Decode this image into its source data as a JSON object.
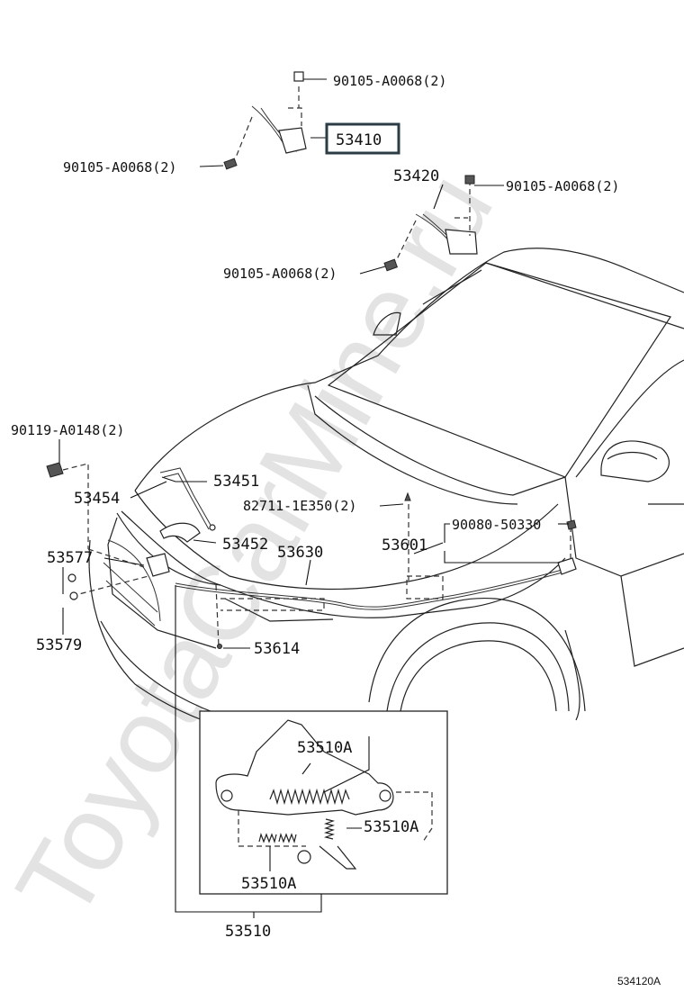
{
  "watermark": "ToyotaCarMine.ru",
  "figure_code": "534120A",
  "labels": {
    "bolt_top": "90105-A0068(2)",
    "lock_main": "53410",
    "bolt_left": "90105-A0068(2)",
    "lock_right": "53420",
    "bolt_right": "90105-A0068(2)",
    "bolt_mid": "90105-A0068(2)",
    "bolt_front": "90119-A0148(2)",
    "stay_rod": "53451",
    "grille_support": "53454",
    "clip_82711": "82711-1E350(2)",
    "holder": "53452",
    "cable": "53630",
    "lever": "53601",
    "screw_90080": "90080-50330",
    "cushion_53577": "53577",
    "cushion_53579": "53579",
    "clamp_53614": "53614",
    "spring_a1": "53510A",
    "spring_a2": "53510A",
    "spring_a3": "53510A",
    "hood_lock": "53510"
  }
}
